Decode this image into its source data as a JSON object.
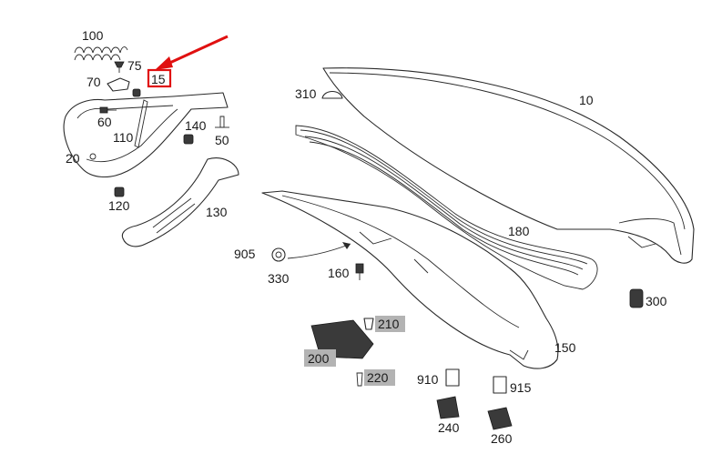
{
  "labels": {
    "p100": "100",
    "p75": "75",
    "p70": "70",
    "p15": "15",
    "p60": "60",
    "p110": "110",
    "p140": "140",
    "p50": "50",
    "p20": "20",
    "p120": "120",
    "p130": "130",
    "p310": "310",
    "p10": "10",
    "p180": "180",
    "p905": "905",
    "p330": "330",
    "p160": "160",
    "p300": "300",
    "p210": "210",
    "p200": "200",
    "p220": "220",
    "p150": "150",
    "p910": "910",
    "p915": "915",
    "p240": "240",
    "p260": "260"
  },
  "colors": {
    "highlight_box": "#e01010",
    "pointer_arrow": "#e01010",
    "label_shading": "#b3b3b3",
    "line": "#2a2a2a"
  }
}
